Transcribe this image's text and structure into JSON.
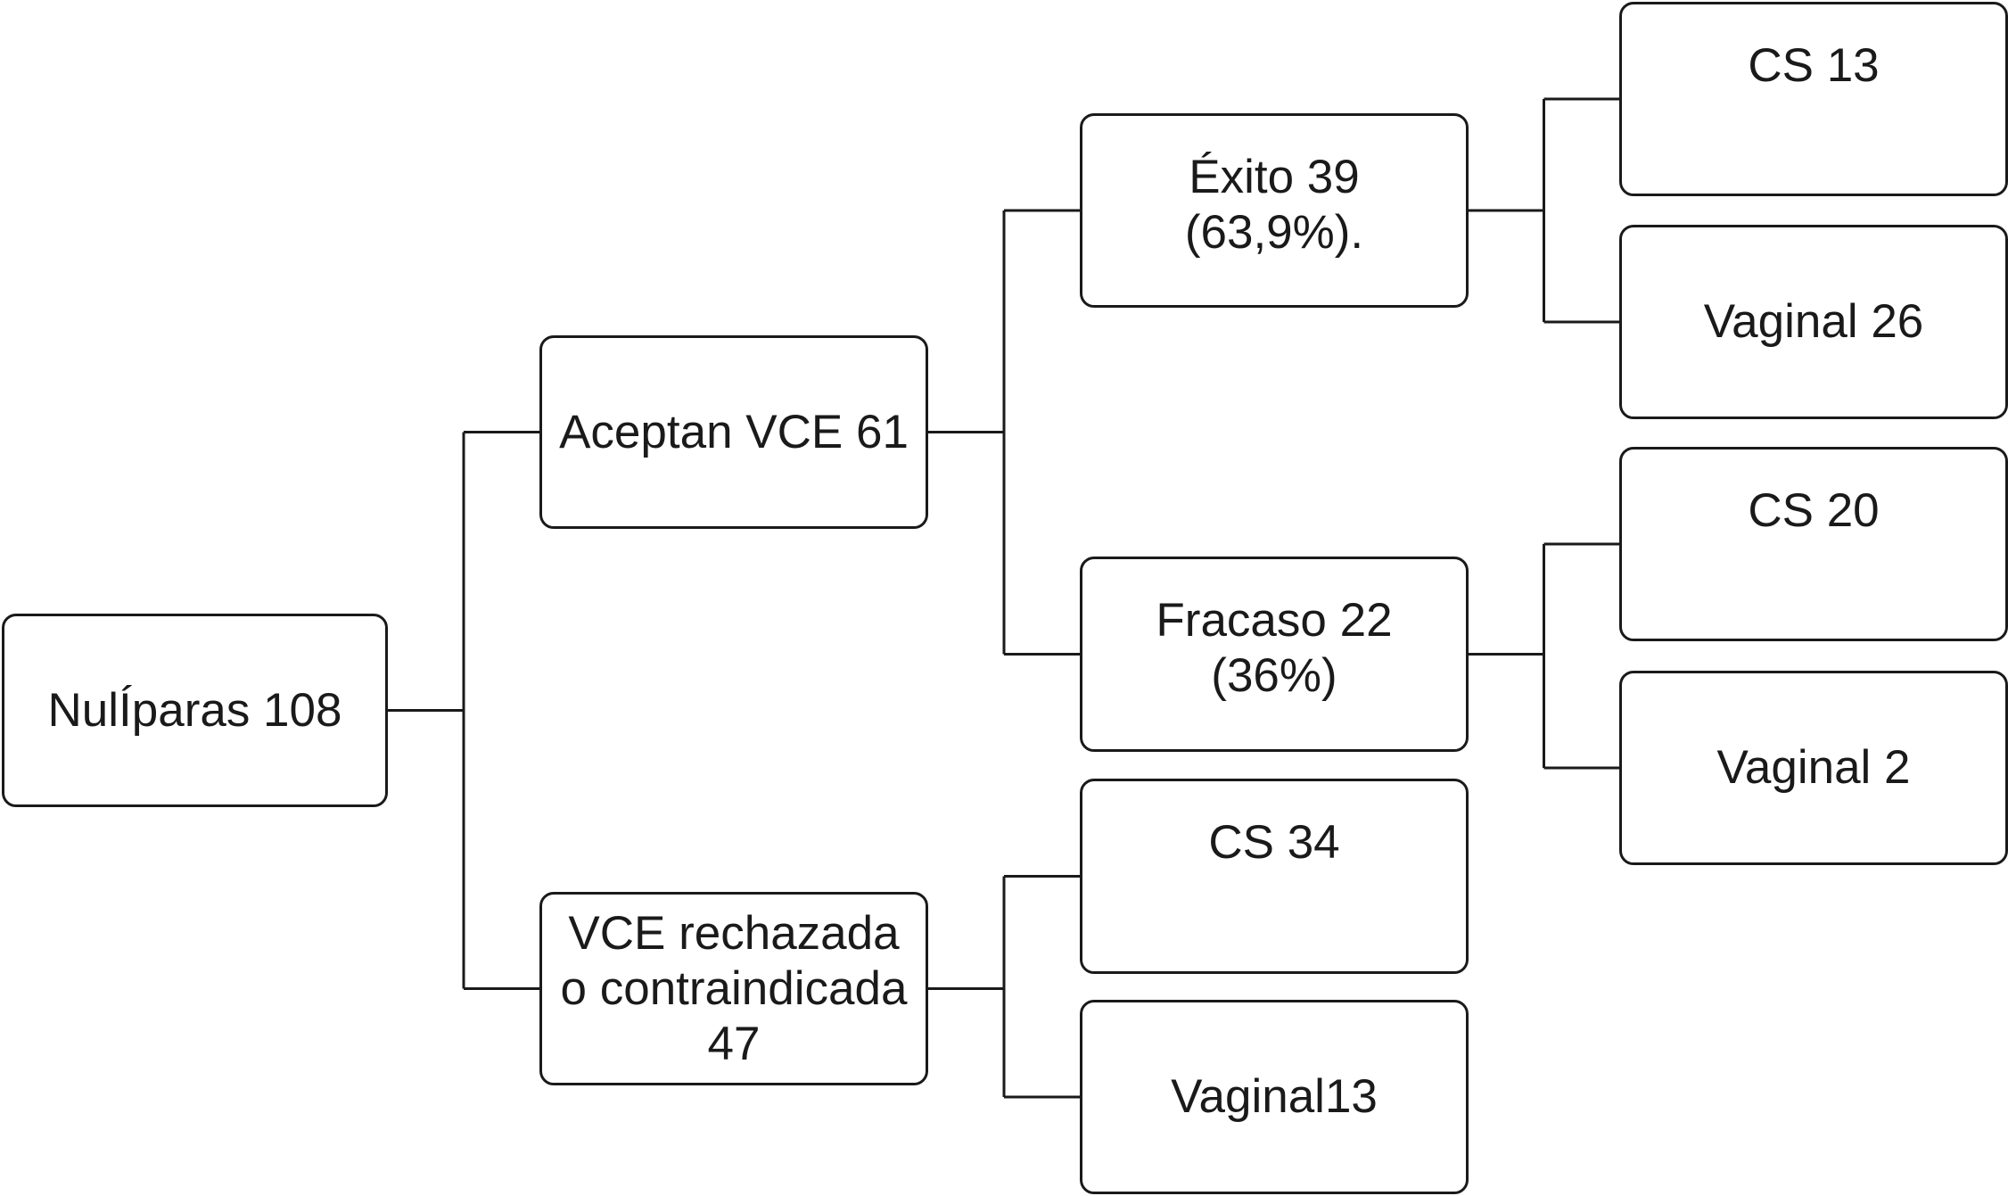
{
  "nodes": {
    "nuliparas": {
      "lines": [
        "NulÍparas 108"
      ]
    },
    "aceptan": {
      "lines": [
        "Aceptan VCE 61"
      ]
    },
    "rechazada": {
      "lines": [
        "VCE rechazada",
        "o contraindicada",
        "47"
      ]
    },
    "exito": {
      "lines": [
        "Éxito 39",
        "(63,9%)."
      ]
    },
    "fracaso": {
      "lines": [
        "Fracaso 22",
        "(36%)"
      ]
    },
    "cs34": {
      "lines": [
        "CS 34"
      ]
    },
    "vaginal13": {
      "lines": [
        "Vaginal13"
      ]
    },
    "cs13": {
      "lines": [
        "CS 13"
      ]
    },
    "vaginal26": {
      "lines": [
        "Vaginal 26"
      ]
    },
    "cs20": {
      "lines": [
        "CS 20"
      ]
    },
    "vaginal2": {
      "lines": [
        "Vaginal 2"
      ]
    }
  },
  "edges": [
    {
      "from": "nuliparas",
      "to": "aceptan"
    },
    {
      "from": "nuliparas",
      "to": "rechazada"
    },
    {
      "from": "aceptan",
      "to": "exito"
    },
    {
      "from": "aceptan",
      "to": "fracaso"
    },
    {
      "from": "rechazada",
      "to": "cs34"
    },
    {
      "from": "rechazada",
      "to": "vaginal13"
    },
    {
      "from": "exito",
      "to": "cs13"
    },
    {
      "from": "exito",
      "to": "vaginal26"
    },
    {
      "from": "fracaso",
      "to": "cs20"
    },
    {
      "from": "fracaso",
      "to": "vaginal2"
    }
  ]
}
